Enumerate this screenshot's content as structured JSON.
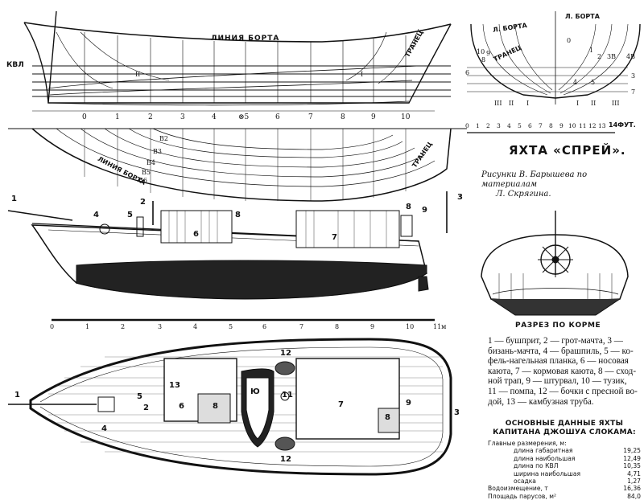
{
  "title": "ЯХТА «СПРЕЙ».",
  "credit": {
    "line1": "Рисунки В. Барышева по материалам",
    "line2": "Л. Скрягина."
  },
  "lines_plan": {
    "liniya_borta": "ЛИНИЯ БОРТА",
    "tranets": "ТРАНЕЦ",
    "kvl": "КВЛ",
    "stations": [
      "0",
      "1",
      "2",
      "3",
      "4",
      "⊗5",
      "6",
      "7",
      "8",
      "9",
      "10"
    ],
    "waterline_labels": [
      "В2",
      "В3",
      "В4",
      "В5",
      "В6"
    ],
    "roman": [
      "I",
      "II"
    ]
  },
  "body_plan": {
    "l_borta_left": "Л. БОРТА",
    "l_borta_right": "Л. БОРТА",
    "tranets": "ТРАНЕЦ",
    "nums": [
      "0",
      "1",
      "2",
      "3",
      "4",
      "5",
      "6",
      "7",
      "8",
      "9",
      "10",
      "3В",
      "4В"
    ],
    "bottom": [
      "III",
      "II",
      "I",
      "I",
      "II",
      "III"
    ],
    "scale_label": "14ФУТ.",
    "scale_ticks": [
      "0",
      "1",
      "2",
      "3",
      "4",
      "5",
      "6",
      "7",
      "8",
      "9",
      "10",
      "11",
      "12",
      "13"
    ]
  },
  "profile": {
    "callouts": [
      "1",
      "2",
      "3",
      "4",
      "5",
      "6",
      "7",
      "8",
      "8",
      "9"
    ],
    "scale": [
      "0",
      "1",
      "2",
      "3",
      "4",
      "5",
      "6",
      "7",
      "8",
      "9",
      "10",
      "11м"
    ]
  },
  "stern_section": {
    "caption": "РАЗРЕЗ ПО КОРМЕ"
  },
  "legend_lines": [
    "1 — бушприт, 2 — грот-мачта, 3 —",
    "бизань-мачта, 4 — брашпиль, 5 — ко-",
    "фель-нагельная планка, 6 — носовая",
    "каюта, 7 — кормовая каюта, 8 — сход-",
    "ной трап, 9 — штурвал, 10 — тузик,",
    "11 — помпа, 12 — бочки с пресной во-",
    "дой, 13 — камбузная труба."
  ],
  "deck_plan": {
    "callouts": [
      "1",
      "2",
      "3",
      "4",
      "5",
      "6",
      "7",
      "8",
      "8",
      "9",
      "Ю",
      "11",
      "12",
      "12",
      "13"
    ]
  },
  "specs": {
    "heading1": "ОСНОВНЫЕ ДАННЫЕ ЯХТЫ",
    "heading2": "КАПИТАНА ДЖОШУА СЛОКАМА:",
    "rows": [
      {
        "label": "Главные размерения, м:",
        "value": "",
        "indent": false
      },
      {
        "label": "длина габаритная",
        "value": "19,25",
        "indent": true
      },
      {
        "label": "длина наибольшая",
        "value": "12,49",
        "indent": true
      },
      {
        "label": "длина по КВЛ",
        "value": "10,35",
        "indent": true
      },
      {
        "label": "ширина наибольшая",
        "value": "4,71",
        "indent": true
      },
      {
        "label": "осадка",
        "value": "1,27",
        "indent": true
      },
      {
        "label": "Водоизмещение, т",
        "value": "16,36",
        "indent": false
      },
      {
        "label": "Площадь парусов, м²",
        "value": "84,0",
        "indent": false
      }
    ]
  }
}
